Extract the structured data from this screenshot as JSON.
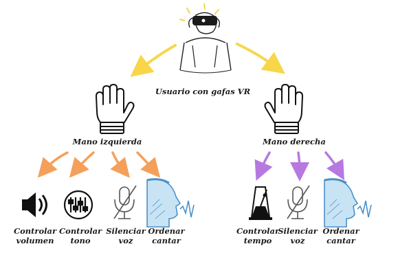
{
  "user_label": "Usuario con gafas VR",
  "left_hand": {
    "label": "Mano izquierda",
    "arrow_color": "#f4a05a",
    "actions": [
      {
        "line1": "Controlar",
        "line2": "volumen",
        "icon": "speaker-icon"
      },
      {
        "line1": "Controlar",
        "line2": "tono",
        "icon": "sliders-icon"
      },
      {
        "line1": "Silenciar",
        "line2": "voz",
        "icon": "muted-mic-icon"
      },
      {
        "line1": "Ordenar",
        "line2": "cantar",
        "icon": "singing-head-icon"
      }
    ]
  },
  "right_hand": {
    "label": "Mano derecha",
    "arrow_color": "#b779e0",
    "actions": [
      {
        "line1": "Controlar",
        "line2": "tempo",
        "icon": "metronome-icon"
      },
      {
        "line1": "Silenciar",
        "line2": "voz",
        "icon": "muted-mic-icon"
      },
      {
        "line1": "Ordenar",
        "line2": "cantar",
        "icon": "singing-head-icon"
      }
    ]
  },
  "top_arrow_color": "#f7d64a"
}
